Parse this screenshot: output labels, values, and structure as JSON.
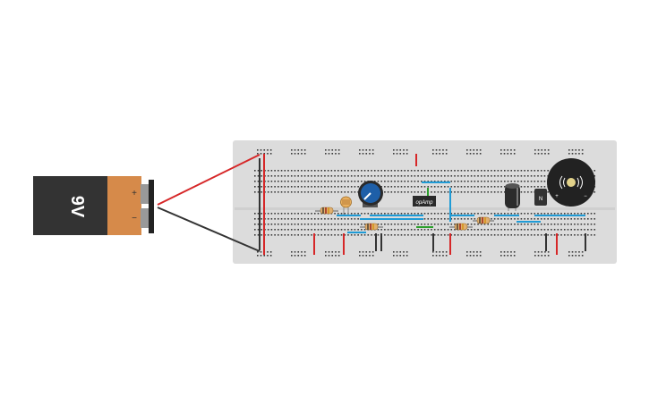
{
  "battery": {
    "label": "9V",
    "plus_sign": "+",
    "minus_sign": "−"
  },
  "opamp": {
    "label": "opAmp",
    "pin_mark": "+"
  },
  "transistor": {
    "label": "N"
  },
  "buzzer": {
    "plus_sign": "+",
    "minus_sign": "−",
    "icon": "sound-wave-icon"
  },
  "colors": {
    "board": "#dcdcdc",
    "hole": "#3a3a3a",
    "red_wire": "#d62728",
    "black_wire": "#333333",
    "blue_wire": "#1f9bd6",
    "green_wire": "#2ca02c",
    "battery_body": "#333333",
    "battery_cap": "#d68a4a",
    "pot_blue": "#1e5fa8"
  }
}
